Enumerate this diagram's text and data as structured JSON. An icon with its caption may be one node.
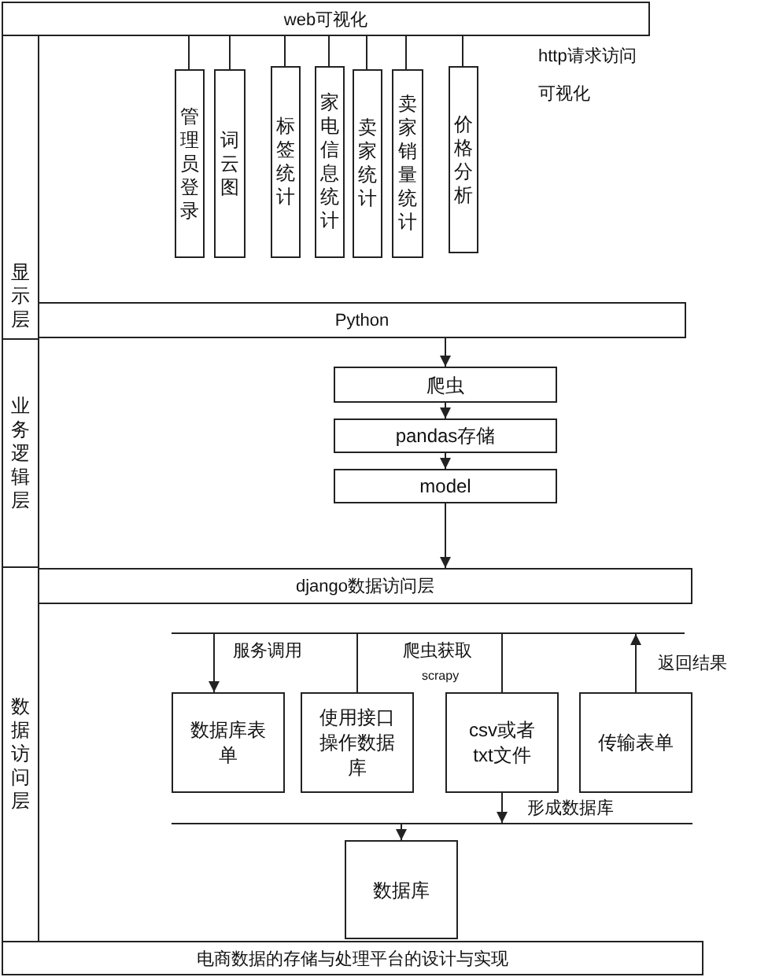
{
  "diagram": {
    "nodes": [
      {
        "text": [
          "web可视化"
        ]
      },
      {
        "text": [
          "显示层"
        ]
      },
      {
        "text": [
          "管理员登录"
        ]
      },
      {
        "text": [
          "词云图"
        ]
      },
      {
        "text": [
          "标签统计"
        ]
      },
      {
        "text": [
          "家电信息统计"
        ]
      },
      {
        "text": [
          "卖家统计"
        ]
      },
      {
        "text": [
          "卖家销量统计"
        ]
      },
      {
        "text": [
          "价格分析"
        ]
      },
      {
        "text": [
          "Python"
        ]
      },
      {
        "text": [
          "业务逻辑层"
        ]
      },
      {
        "text": [
          "爬虫"
        ]
      },
      {
        "text": [
          "pandas存储"
        ]
      },
      {
        "text": [
          "model"
        ]
      },
      {
        "text": [
          "数据访问层"
        ]
      },
      {
        "text": [
          "django数据访问层"
        ]
      },
      {
        "text": [],
        "shape": "bar"
      },
      {
        "text": [
          "数据库表单"
        ]
      },
      {
        "text": [
          "使用接口操作数据库"
        ]
      },
      {
        "text": [
          "csv或者txt文件"
        ]
      },
      {
        "text": [
          "传输表单"
        ]
      },
      {
        "text": [],
        "shape": "bar"
      },
      {
        "text": [
          "数据库"
        ]
      },
      {
        "text": [
          "电商数据的存储与处理平台的设计与实现"
        ]
      }
    ],
    "edges": [
      {
        "from": 0,
        "to": 2,
        "arrow": "none"
      },
      {
        "from": 0,
        "to": 3,
        "arrow": "none"
      },
      {
        "from": 0,
        "to": 4,
        "arrow": "none"
      },
      {
        "from": 0,
        "to": 5,
        "arrow": "none"
      },
      {
        "from": 0,
        "to": 6,
        "arrow": "none"
      },
      {
        "from": 0,
        "to": 7,
        "arrow": "none"
      },
      {
        "from": 0,
        "to": 8,
        "arrow": "none"
      },
      {
        "from": 9,
        "to": 11,
        "arrow": "to"
      },
      {
        "from": 11,
        "to": 12,
        "arrow": "to"
      },
      {
        "from": 12,
        "to": 13,
        "arrow": "to"
      },
      {
        "from": 13,
        "to": 15,
        "arrow": "to"
      },
      {
        "from": 16,
        "to": 17,
        "arrow": "to",
        "label": "服务调用"
      },
      {
        "from": 16,
        "to": 18,
        "arrow": "none"
      },
      {
        "from": 16,
        "to": 19,
        "arrow": "none",
        "label": "爬虫获取"
      },
      {
        "from": 20,
        "to": 16,
        "arrow": "to",
        "label": "返回结果"
      },
      {
        "from": 19,
        "to": 21,
        "arrow": "to",
        "label": "形成数据库"
      },
      {
        "from": 21,
        "to": 22,
        "arrow": "to"
      }
    ],
    "labels": [
      "http请求访问",
      "可视化",
      "scrapy"
    ]
  }
}
